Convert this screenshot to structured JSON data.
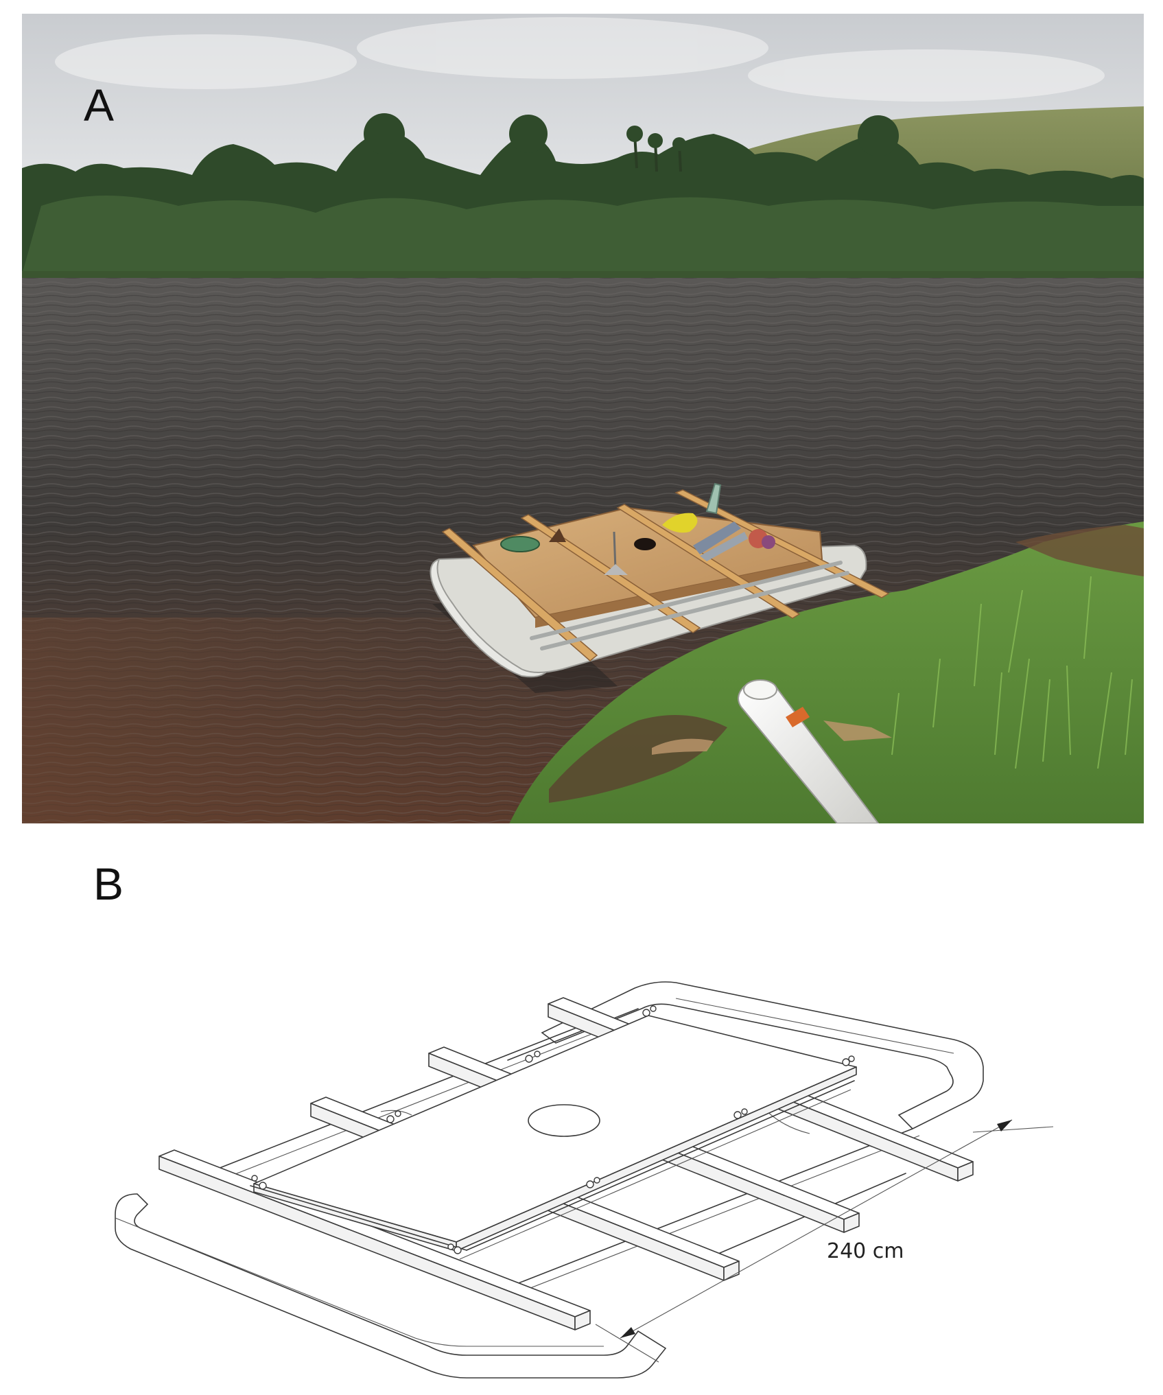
{
  "panels": {
    "a": {
      "label": "A"
    },
    "b": {
      "label": "B"
    }
  },
  "dimension": {
    "label": "240 cm"
  },
  "colors": {
    "sky": "#d9dcdf",
    "forest": "#2f4a2a",
    "water": "#3f3d3b",
    "plywood": "#c79c6a",
    "grass": "#5f8a3c",
    "pipe": "#f2f2f0"
  }
}
